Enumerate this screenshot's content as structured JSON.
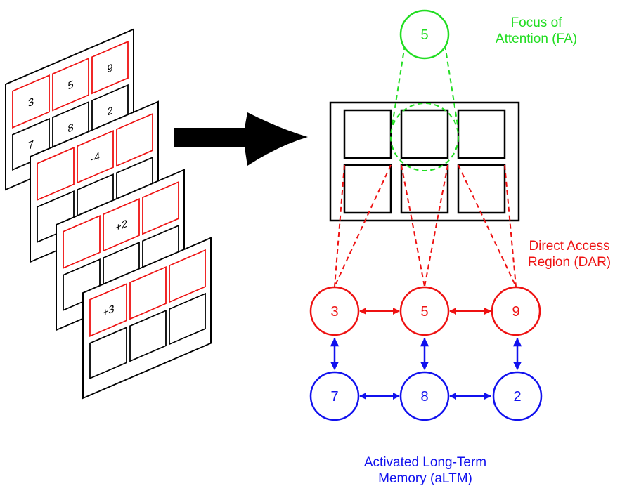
{
  "colors": {
    "fa": "#22dd22",
    "dar": "#ee1111",
    "altm": "#1111ee",
    "frame": "#000000"
  },
  "cards": [
    {
      "cells": [
        "3",
        "5",
        "9",
        "7",
        "8",
        "2"
      ]
    },
    {
      "cells": [
        "",
        "-4",
        "",
        "",
        "",
        ""
      ]
    },
    {
      "cells": [
        "",
        "+2",
        "",
        "",
        "",
        ""
      ]
    },
    {
      "cells": [
        "+3",
        "",
        "",
        "",
        "",
        ""
      ]
    }
  ],
  "fa": {
    "title_line1": "Focus of",
    "title_line2": "Attention (FA)",
    "value": "5"
  },
  "dar": {
    "title_line1": "Direct Access",
    "title_line2": "Region (DAR)",
    "nodes": [
      "3",
      "5",
      "9"
    ]
  },
  "altm": {
    "title_line1": "Activated Long-Term",
    "title_line2": "Memory (aLTM)",
    "nodes": [
      "7",
      "8",
      "2"
    ]
  }
}
